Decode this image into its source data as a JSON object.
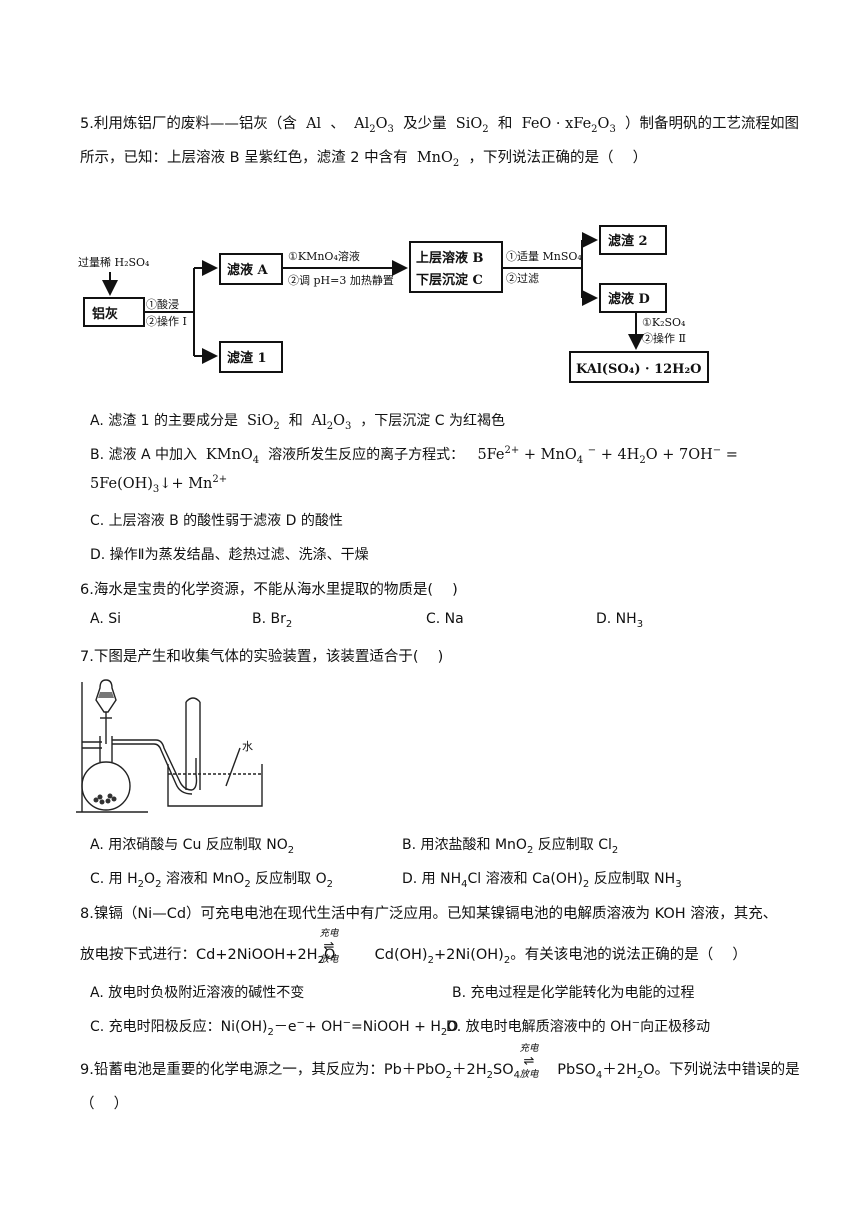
{
  "q5": {
    "stem_1": "5.利用炼铝厂的废料——铝灰（含",
    "al": "Al",
    "sep1": "、",
    "al2o3": "Al",
    "and_few": "及少量",
    "sio2": "SiO",
    "he": "和",
    "feo": "FeO · xFe",
    "stem_2": "）制备明矾的工艺流程如图",
    "stem_3": "所示，已知：上层溶液 B 呈紫红色，滤渣 2 中含有",
    "mno2": "MnO",
    "stem_4": "，下列说法正确的是（　 ）",
    "flow": {
      "reagent": "过量稀 H₂SO₄",
      "start": "铝灰",
      "step1a": "①酸浸",
      "step1b": "②操作 I",
      "filtrateA": "滤液 A",
      "residue1": "滤渣 1",
      "step2a": "①KMnO₄溶液",
      "step2b": "②调 pH=3 加热静置",
      "boxB1": "上层溶液 B",
      "boxB2": "下层沉淀 C",
      "step3a": "①适量 MnSO₄",
      "step3b": "②过滤",
      "residue2": "滤渣 2",
      "filtrateD": "滤液 D",
      "step4a": "①K₂SO₄",
      "step4b": "②操作 Ⅱ",
      "product": "KAl(SO₄) · 12H₂O"
    },
    "optA_1": "A. 滤渣 1 的主要成分是",
    "optA_sio2": "SiO",
    "optA_he": "和",
    "optA_al2o3": "Al",
    "optA_2": "，下层沉淀 C 为红褐色",
    "optB_1": "B. 滤液 A 中加入",
    "optB_kmno4": "KMnO",
    "optB_2": "溶液所发生反应的离子方程式：",
    "optB_eq": "5Fe",
    "optB_eq2": "+ MnO",
    "optB_eq3": "+ 4H",
    "optB_eq4": "O + 7OH",
    "optB_eq5": "=",
    "optB_line2": "5Fe(OH)",
    "optB_line2b": "↓+ Mn",
    "optC": "C. 上层溶液 B 的酸性弱于滤液 D 的酸性",
    "optD": "D. 操作Ⅱ为蒸发结晶、趁热过滤、洗涤、干燥"
  },
  "q6": {
    "stem": "6.海水是宝贵的化学资源，不能从海水里提取的物质是(　 )",
    "optA": "A. Si",
    "optB": "B. Br",
    "optC": "C. Na",
    "optD": "D. NH"
  },
  "q7": {
    "stem": "7.下图是产生和收集气体的实验装置，该装置适合于(　 )",
    "water_label": "水",
    "optA": "A. 用浓硝酸与 Cu 反应制取 NO",
    "optB": "B. 用浓盐酸和 MnO",
    "optB2": "反应制取 Cl",
    "optC": "C. 用 H",
    "optC2": "O",
    "optC3": "溶液和 MnO",
    "optC4": "反应制取 O",
    "optD": "D. 用 NH",
    "optD2": "Cl 溶液和 Ca(OH)",
    "optD3": "反应制取 NH"
  },
  "q8": {
    "stem_1": "8.镍镉（Ni—Cd）可充电电池在现代生活中有广泛应用。已知某镍镉电池的电解质溶液为 KOH 溶液，其充、",
    "stem_2": "放电按下式进行：Cd+2NiOOH+2H",
    "stem_2b": "O",
    "charge": "充电",
    "discharge": "放电",
    "rev": "⇌",
    "stem_3": "Cd(OH)",
    "stem_3b": "+2Ni(OH)",
    "stem_3c": "。有关该电池的说法正确的是（　 ）",
    "optA": "A. 放电时负极附近溶液的碱性不变",
    "optB": "B. 充电过程是化学能转化为电能的过程",
    "optC": "C. 充电时阳极反应：Ni(OH)",
    "optC2": "－e",
    "optC3": "+ OH",
    "optC4": "=NiOOH + H",
    "optC5": "O",
    "optD": "D. 放电时电解质溶液中的 OH",
    "optD2": "向正极移动"
  },
  "q9": {
    "stem_1": "9.铅蓄电池是重要的化学电源之一，其反应为：Pb＋PbO",
    "stem_1b": "＋2H",
    "stem_1c": "SO",
    "charge": "充电",
    "discharge": "放电",
    "rev": "⇌",
    "stem_2": "PbSO",
    "stem_2b": "＋2H",
    "stem_2c": "O。下列说法中错误的是",
    "stem_3": "（　 ）"
  },
  "sub": {
    "two": "2",
    "three": "3",
    "four": "4"
  },
  "sup": {
    "fe2": "2+",
    "minus": "−",
    "mn2": "2+",
    "minus_small": "−"
  }
}
